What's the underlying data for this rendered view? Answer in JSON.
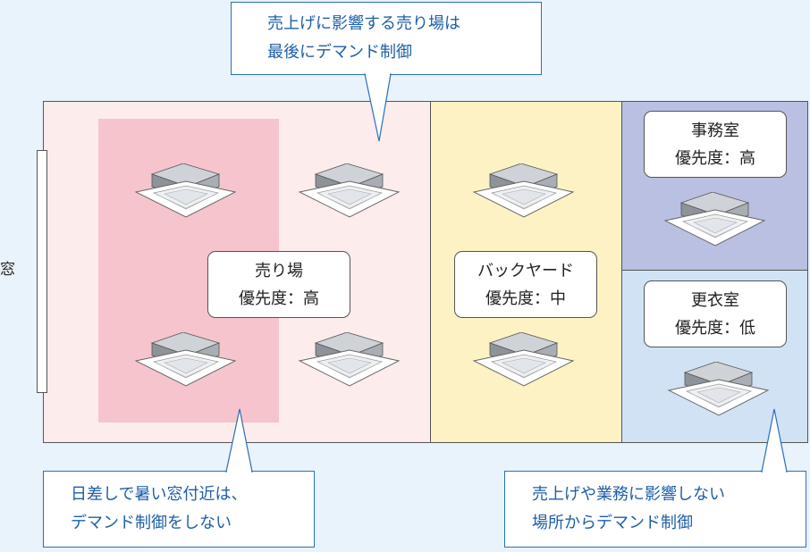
{
  "window_label": "窓",
  "zones": {
    "sales": {
      "line1": "売り場",
      "line2": "優先度：高"
    },
    "back": {
      "line1": "バックヤード",
      "line2": "優先度：中"
    },
    "office": {
      "line1": "事務室",
      "line2": "優先度：高"
    },
    "locker": {
      "line1": "更衣室",
      "line2": "優先度：低"
    }
  },
  "callouts": {
    "top": {
      "line1": "売上げに影響する売り場は",
      "line2": "最後にデマンド制御"
    },
    "bottom_left": {
      "line1": "日差しで暑い窓付近は、",
      "line2": "デマンド制御をしない"
    },
    "bottom_right": {
      "line1": "売上げや業務に影響しない",
      "line2": "場所からデマンド制御"
    }
  },
  "colors": {
    "sales": "#fdecec",
    "window_area": "#f6c4cc",
    "backyard": "#fdf2c4",
    "office": "#b9c0e2",
    "locker": "#d2e2f5",
    "callout_border": "#2a6fb8",
    "callout_text": "#1d5fa8"
  },
  "icons": [
    "ceiling-cassette-ac-icon"
  ]
}
